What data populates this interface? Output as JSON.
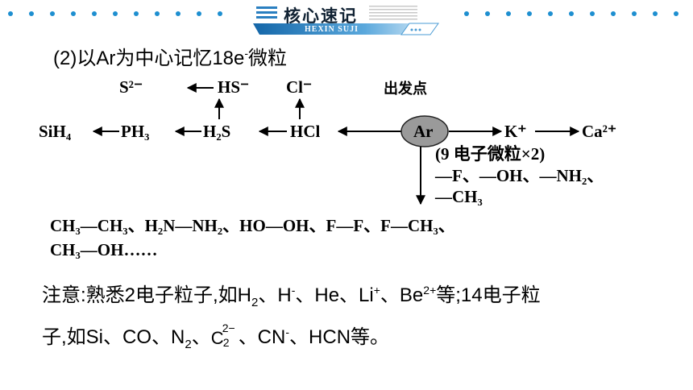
{
  "header": {
    "title": "核心速记",
    "subtitle": "HEXIN SUJI"
  },
  "intro": {
    "prefix": "(2)以Ar为中心记忆18e",
    "sup": "-",
    "suffix": "微粒"
  },
  "diagram": {
    "start_label": "出发点",
    "center": "Ar",
    "row_top": [
      "S²⁻",
      "HS⁻",
      "Cl⁻"
    ],
    "row_mid": [
      "SiH₄",
      "PH₃",
      "H₂S",
      "HCl"
    ],
    "right_chain": [
      "K⁺",
      "Ca²⁺"
    ],
    "nine_e_title": "(9 电子微粒×2)",
    "nine_e_line1": "—F、—OH、—NH₂、",
    "nine_e_line2": "—CH₃",
    "bottom_line1": "CH₃—CH₃、H₂N—NH₂、HO—OH、F—F、F—CH₃、",
    "bottom_line2": "CH₃—OH……"
  },
  "note": {
    "l1_a": "注意:熟悉2电子粒子,如H",
    "l1_b": "2",
    "l1_c": "、H",
    "l1_d": "-",
    "l1_e": "、He、Li",
    "l1_f": "+",
    "l1_g": "、Be",
    "l1_h": "2+",
    "l1_i": "等;14电子粒",
    "l2_a": "子,如Si、CO、N",
    "l2_b": "2",
    "l2_c": "、",
    "ion_base": "C",
    "ion_sup": "2−",
    "ion_sub": "2",
    "l2_d": "、CN",
    "l2_e": "-",
    "l2_f": "、HCN等。"
  }
}
